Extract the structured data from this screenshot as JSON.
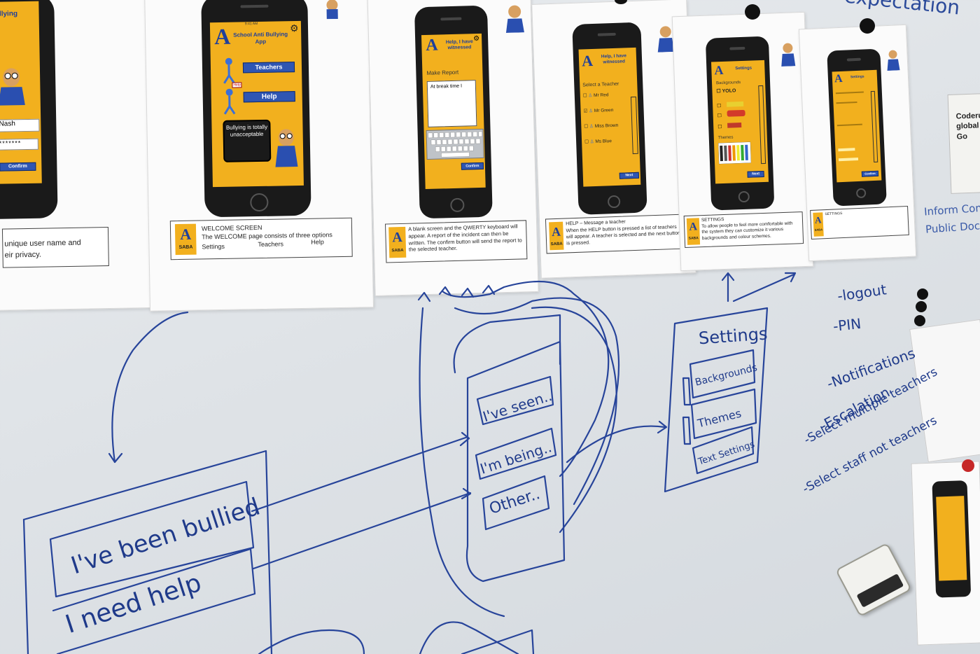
{
  "sheet1": {
    "username_fragment": "NNash",
    "password_mask": "*********",
    "title_fragment": "Bullying",
    "confirm_label": "Confirm",
    "caption_line1": "unique user name and",
    "caption_line2": "eir privacy."
  },
  "sheet2": {
    "app_title": "School Anti Bullying App",
    "teachers_label": "Teachers",
    "help_label": "Help",
    "help_sign": "Help",
    "bubble_text": "Bullying is totally unacceptable",
    "caption_title": "WELCOME SCREEN",
    "caption_body": "The WELCOME page consists of three options",
    "option1": "Settings",
    "option2": "Teachers",
    "option3": "Help",
    "saba": "SABA",
    "status_time": "9:41 AM"
  },
  "sheet3": {
    "title": "Help, I have witnessed",
    "make_report": "Make Report",
    "input_text": "At break time I",
    "confirm_label": "Confirm",
    "caption_body": "A blank screen and the QWERTY keyboard will appear. A report of the incident can then be written. The confirm button will send the report to the selected teacher.",
    "saba": "SABA"
  },
  "sheet4": {
    "title": "Help, I have witnessed",
    "select_label": "Select a Teacher",
    "teachers": [
      "Mr Red",
      "Mr Green",
      "Miss Brown",
      "Ms Blue"
    ],
    "next_label": "Next",
    "caption_title": "HELP – Message a teacher",
    "caption_body": "When the HELP button is pressed a list of teachers will appear. A teacher is selected and the next button is pressed.",
    "saba": "SABA"
  },
  "sheet5": {
    "title": "Settings",
    "backgrounds_label": "Backgrounds",
    "yolo": "YOLO",
    "themes_label": "Themes",
    "next_label": "Next",
    "caption_title": "SETTINGS",
    "caption_body": "To allow people to feel more comfortable with the system they can customize it various backgrounds and colour schemes.",
    "saba": "SABA"
  },
  "sheet6": {
    "title": "Settings",
    "confirm_label": "Confirm",
    "caption_title": "SETTINGS",
    "saba": "SABA"
  },
  "whiteboard": {
    "top_right_text": "expectation",
    "main_box": [
      "I've been bullied",
      "I need help"
    ],
    "options": [
      "I've seen..",
      "I'm being..",
      "Other.."
    ],
    "settings_title": "Settings",
    "settings_items": [
      "Backgrounds",
      "Themes",
      "Text Settings"
    ],
    "todo_list": [
      "-logout",
      "-PIN",
      "-Notifications",
      "-Escalation",
      "-Select multiple teachers",
      "-Select staff not teachers"
    ],
    "side_note_1": "Inform Comm",
    "side_note_2": "Public Doc",
    "news_fragment": "Coderus global Go"
  },
  "colors": {
    "app_yellow": "#f2b01e",
    "app_blue": "#2f56b3",
    "marker_blue": "#1f3a8a",
    "board": "#e4e8ec"
  }
}
